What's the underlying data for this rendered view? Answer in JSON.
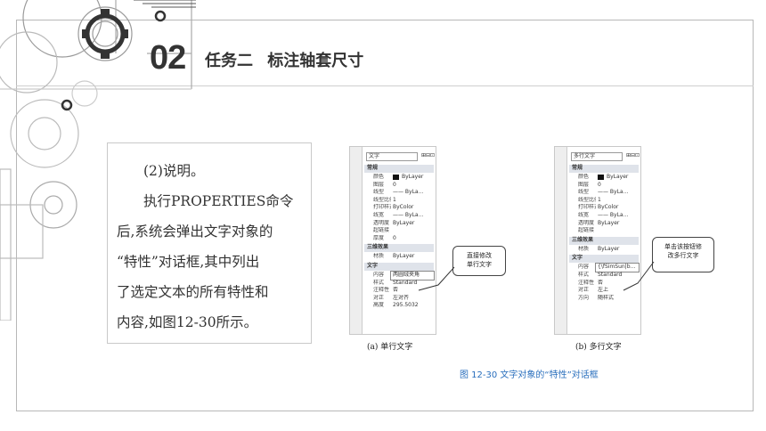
{
  "header": {
    "number": "02",
    "title": "任务二 标注轴套尺寸"
  },
  "body_text": {
    "line1": "(2)说明。",
    "line2": "执行PROPERTIES命令",
    "line3": "后,系统会弹出文字对象的",
    "line4": "“特性”对话框,其中列出",
    "line5": "了选定文本的所有特性和",
    "line6": "内容,如图12-30所示。"
  },
  "panel_a": {
    "header": "文字",
    "sections": [
      "常规",
      "三维效果",
      "文字"
    ],
    "general_rows": [
      {
        "k": "颜色",
        "v": "ByLayer"
      },
      {
        "k": "图层",
        "v": "0"
      },
      {
        "k": "线型",
        "v": "—— ByLa..."
      },
      {
        "k": "线型比例",
        "v": "1"
      },
      {
        "k": "打印样式",
        "v": "ByColor"
      },
      {
        "k": "线宽",
        "v": "—— ByLa..."
      },
      {
        "k": "透明度",
        "v": "ByLayer"
      },
      {
        "k": "超链接",
        "v": ""
      },
      {
        "k": "厚度",
        "v": "0"
      }
    ],
    "effect_rows": [
      {
        "k": "材质",
        "v": "ByLayer"
      }
    ],
    "text_rows": [
      {
        "k": "内容",
        "v": "两圆绒夹角"
      },
      {
        "k": "样式",
        "v": "Standard"
      },
      {
        "k": "注释性",
        "v": "否"
      },
      {
        "k": "对正",
        "v": "左对齐"
      },
      {
        "k": "高度",
        "v": "295.5032"
      }
    ],
    "callout": "直接修改\n单行文字",
    "caption": "(a) 单行文字"
  },
  "panel_b": {
    "header": "多行文字",
    "sections": [
      "常规",
      "三维效果",
      "文字"
    ],
    "general_rows": [
      {
        "k": "颜色",
        "v": "ByLayer"
      },
      {
        "k": "图层",
        "v": "0"
      },
      {
        "k": "线型",
        "v": "—— ByLa..."
      },
      {
        "k": "线型比例",
        "v": "1"
      },
      {
        "k": "打印样式",
        "v": "ByColor"
      },
      {
        "k": "线宽",
        "v": "—— ByLa..."
      },
      {
        "k": "透明度",
        "v": "ByLayer"
      },
      {
        "k": "超链接",
        "v": ""
      }
    ],
    "effect_rows": [
      {
        "k": "材质",
        "v": "ByLayer"
      }
    ],
    "text_rows": [
      {
        "k": "内容",
        "v": "{\\fSimSun|b..."
      },
      {
        "k": "样式",
        "v": "Standard"
      },
      {
        "k": "注释性",
        "v": "否"
      },
      {
        "k": "对正",
        "v": "左上"
      },
      {
        "k": "方向",
        "v": "随样式"
      }
    ],
    "callout": "单击该按钮修\n改多行文字",
    "caption": "(b) 多行文字"
  },
  "figure_title": "图 12-30 文字对象的“特性”对话框"
}
